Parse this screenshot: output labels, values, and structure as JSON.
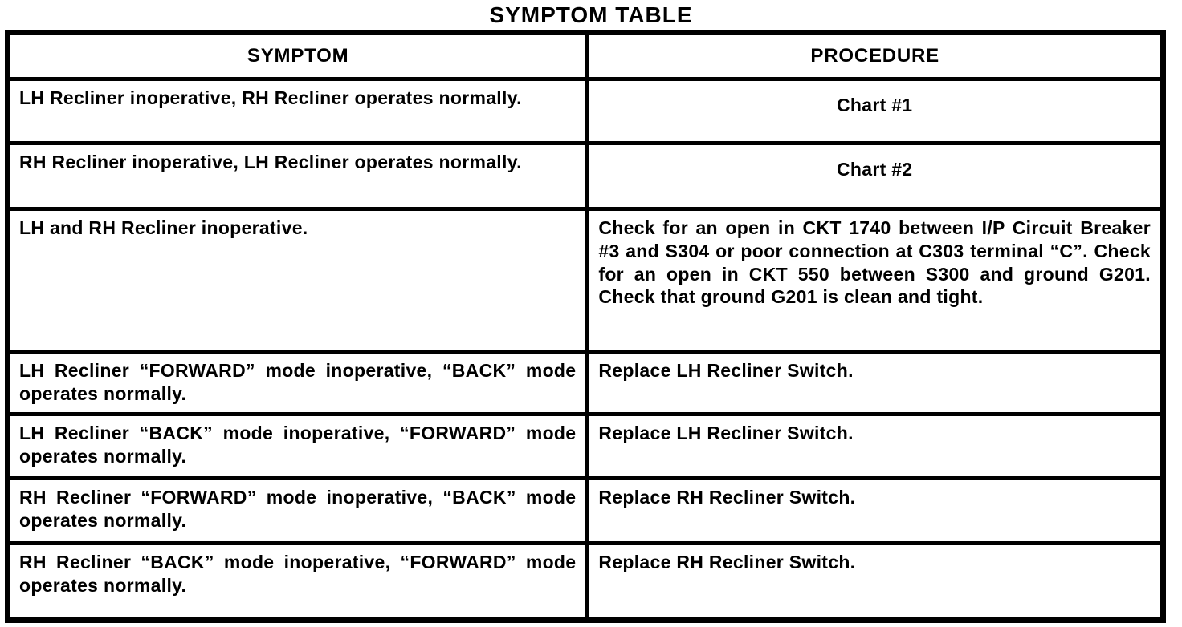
{
  "title": "SYMPTOM TABLE",
  "table": {
    "headers": [
      "SYMPTOM",
      "PROCEDURE"
    ],
    "rows": [
      {
        "symptom": "LH Recliner inoperative, RH Recliner operates normally.",
        "procedure": "Chart #1"
      },
      {
        "symptom": "RH Recliner inoperative, LH Recliner operates normally.",
        "procedure": "Chart #2"
      },
      {
        "symptom": "LH and RH Recliner inoperative.",
        "procedure": "Check for an open in CKT 1740 between I/P Circuit Breaker #3 and S304 or poor connection at C303 terminal “C”.  Check for an open in CKT 550 between S300 and ground G201.  Check that ground G201 is clean and tight."
      },
      {
        "symptom": "LH Recliner “FORWARD” mode inoperative, “BACK” mode operates normally.",
        "procedure": "Replace LH Recliner Switch."
      },
      {
        "symptom": "LH Recliner “BACK” mode inoperative, “FORWARD” mode operates normally.",
        "procedure": "Replace LH Recliner Switch."
      },
      {
        "symptom": "RH Recliner “FORWARD” mode inoperative, “BACK” mode operates normally.",
        "procedure": "Replace RH Recliner Switch."
      },
      {
        "symptom": "RH Recliner “BACK” mode inoperative, “FORWARD” mode operates normally.",
        "procedure": "Replace RH Recliner Switch."
      }
    ]
  }
}
